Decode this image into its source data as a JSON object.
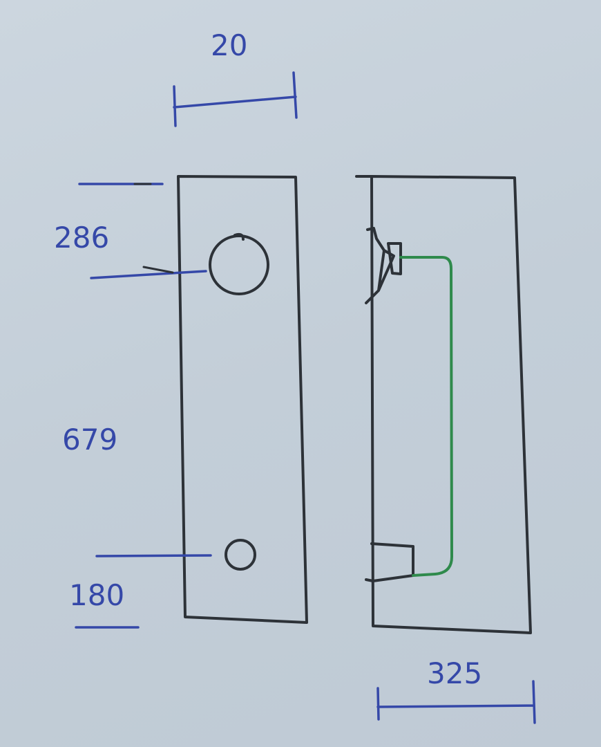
{
  "dimensions": {
    "top_width": "20",
    "upper_hole_offset": "286",
    "hole_spacing": "679",
    "lower_hole_offset": "180",
    "side_depth": "325"
  },
  "colors": {
    "ink": "#2d3238",
    "pen_blue": "#3548a8",
    "wire_green": "#2f8a4c",
    "paper": "#c5d0da"
  }
}
